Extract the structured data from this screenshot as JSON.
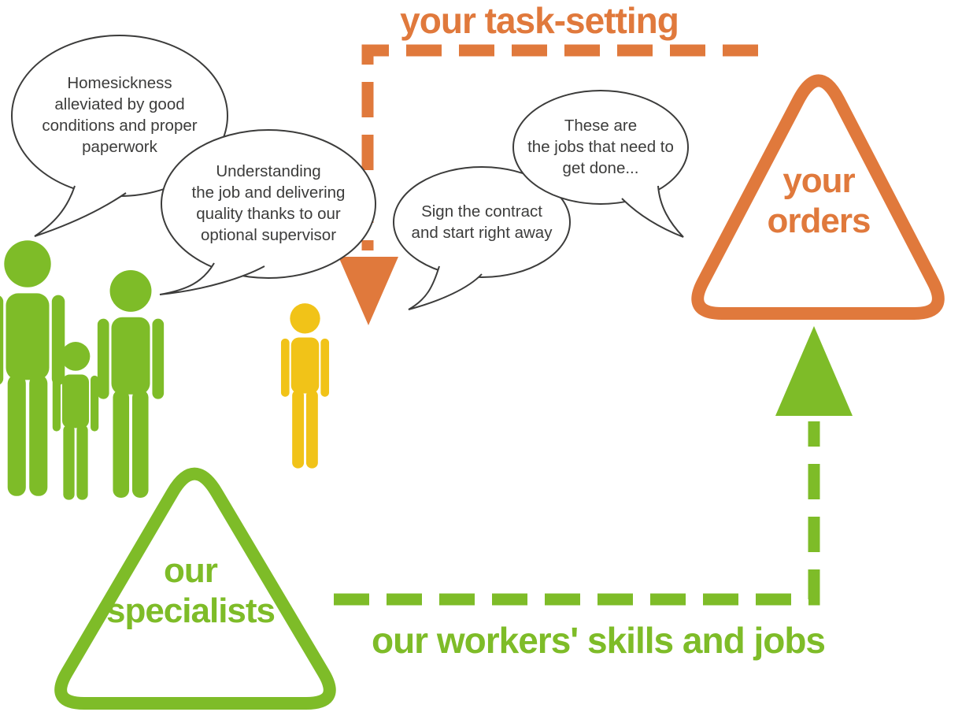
{
  "colors": {
    "orange": "#E0793C",
    "green": "#7EBC28",
    "yellow": "#F1C318",
    "ink": "#3C3C3B"
  },
  "flows": {
    "task_setting": {
      "label": "your task-setting",
      "color": "#E0793C",
      "arrow": "down"
    },
    "skills": {
      "label": "our workers' skills and jobs",
      "color": "#7EBC28",
      "arrow": "up"
    }
  },
  "nodes": {
    "orders": {
      "label": "your\norders",
      "shape": "rounded-triangle",
      "color": "#E0793C"
    },
    "specialists": {
      "label": "our\nspecialists",
      "shape": "rounded-triangle",
      "color": "#7EBC28"
    }
  },
  "bubbles": [
    {
      "text": "Homesickness\nalleviated by good\nconditions and proper\npaperwork"
    },
    {
      "text": "Understanding\nthe job and delivering\nquality thanks to our\noptional supervisor"
    },
    {
      "text": "Sign the contract\nand start right away"
    },
    {
      "text": "These are\nthe jobs that need to\nget done..."
    }
  ],
  "icons": [
    {
      "name": "worker-icon-1",
      "shape": "person-pictogram",
      "color": "#7EBC28"
    },
    {
      "name": "worker-icon-2",
      "shape": "person-pictogram",
      "color": "#7EBC28"
    },
    {
      "name": "worker-icon-3",
      "shape": "person-pictogram",
      "color": "#7EBC28"
    },
    {
      "name": "candidate-worker-icon",
      "shape": "person-pictogram",
      "color": "#F1C318"
    }
  ]
}
